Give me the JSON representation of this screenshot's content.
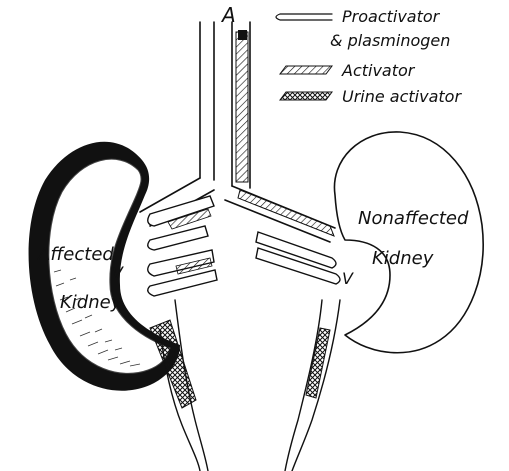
{
  "figure": {
    "artery_label": "A",
    "vein_label_left": "V",
    "vein_label_right": "V",
    "affected_kidney": {
      "line1": "Affected",
      "line2": "Kidney"
    },
    "nonaffected_kidney": {
      "line1": "Nonaffected",
      "line2": "Kidney"
    },
    "legend": {
      "items": [
        {
          "label_line1": "Proactivator",
          "label_line2": "& plasminogen",
          "pattern": "blank"
        },
        {
          "label_line1": "Activator",
          "label_line2": "",
          "pattern": "single-hatch"
        },
        {
          "label_line1": "Urine activator",
          "label_line2": "",
          "pattern": "cross-hatch"
        }
      ]
    }
  }
}
